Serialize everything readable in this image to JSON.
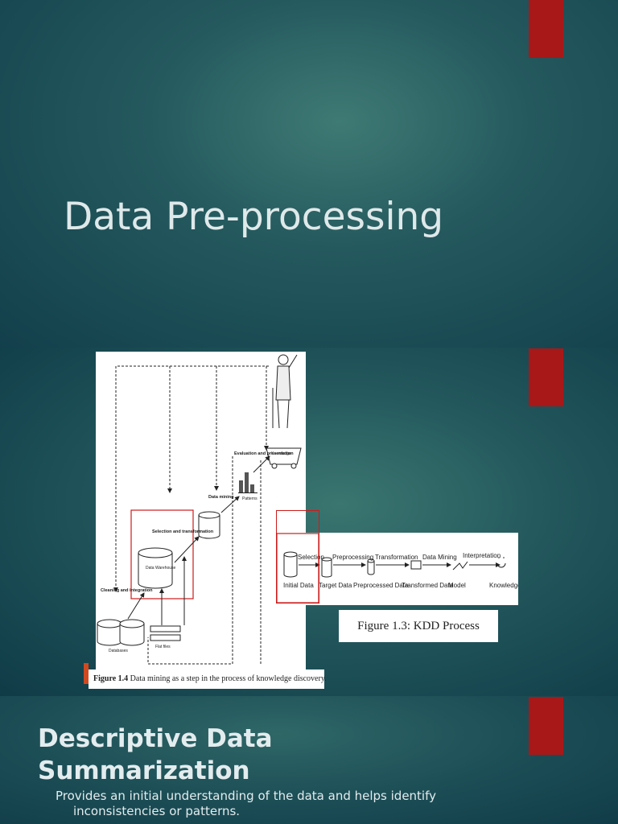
{
  "slide1": {
    "title": "Data Pre-processing",
    "accent_color": "#a81818"
  },
  "slide2": {
    "left_figure": {
      "caption_label": "Figure 1.4",
      "caption_text": "Data mining as a step in the process of knowledge discovery.",
      "labels": {
        "cleaning": "Cleaning and integration",
        "selection": "Selection and transformation",
        "warehouse": "Data Warehouse",
        "mining": "Data mining",
        "patterns": "Patterns",
        "evaluation": "Evaluation and presentation",
        "knowledge": "Knowledge",
        "databases": "Databases",
        "flat_files": "Flat files"
      }
    },
    "right_figure": {
      "steps": [
        "Selection",
        "Preprocessing",
        "Transformation",
        "Data Mining",
        "Interpretation"
      ],
      "stages": [
        "Initial Data",
        "Target Data",
        "Preprocessed Data",
        "Transformed Data",
        "Model",
        "Knowledge"
      ],
      "caption": "Figure 1.3:  KDD Process"
    },
    "highlight_color": "#cc1b1b"
  },
  "slide3": {
    "title_line1": "Descriptive Data",
    "title_line2": "Summarization",
    "body": "Provides an initial understanding of the data and helps identify inconsistencies or patterns."
  }
}
